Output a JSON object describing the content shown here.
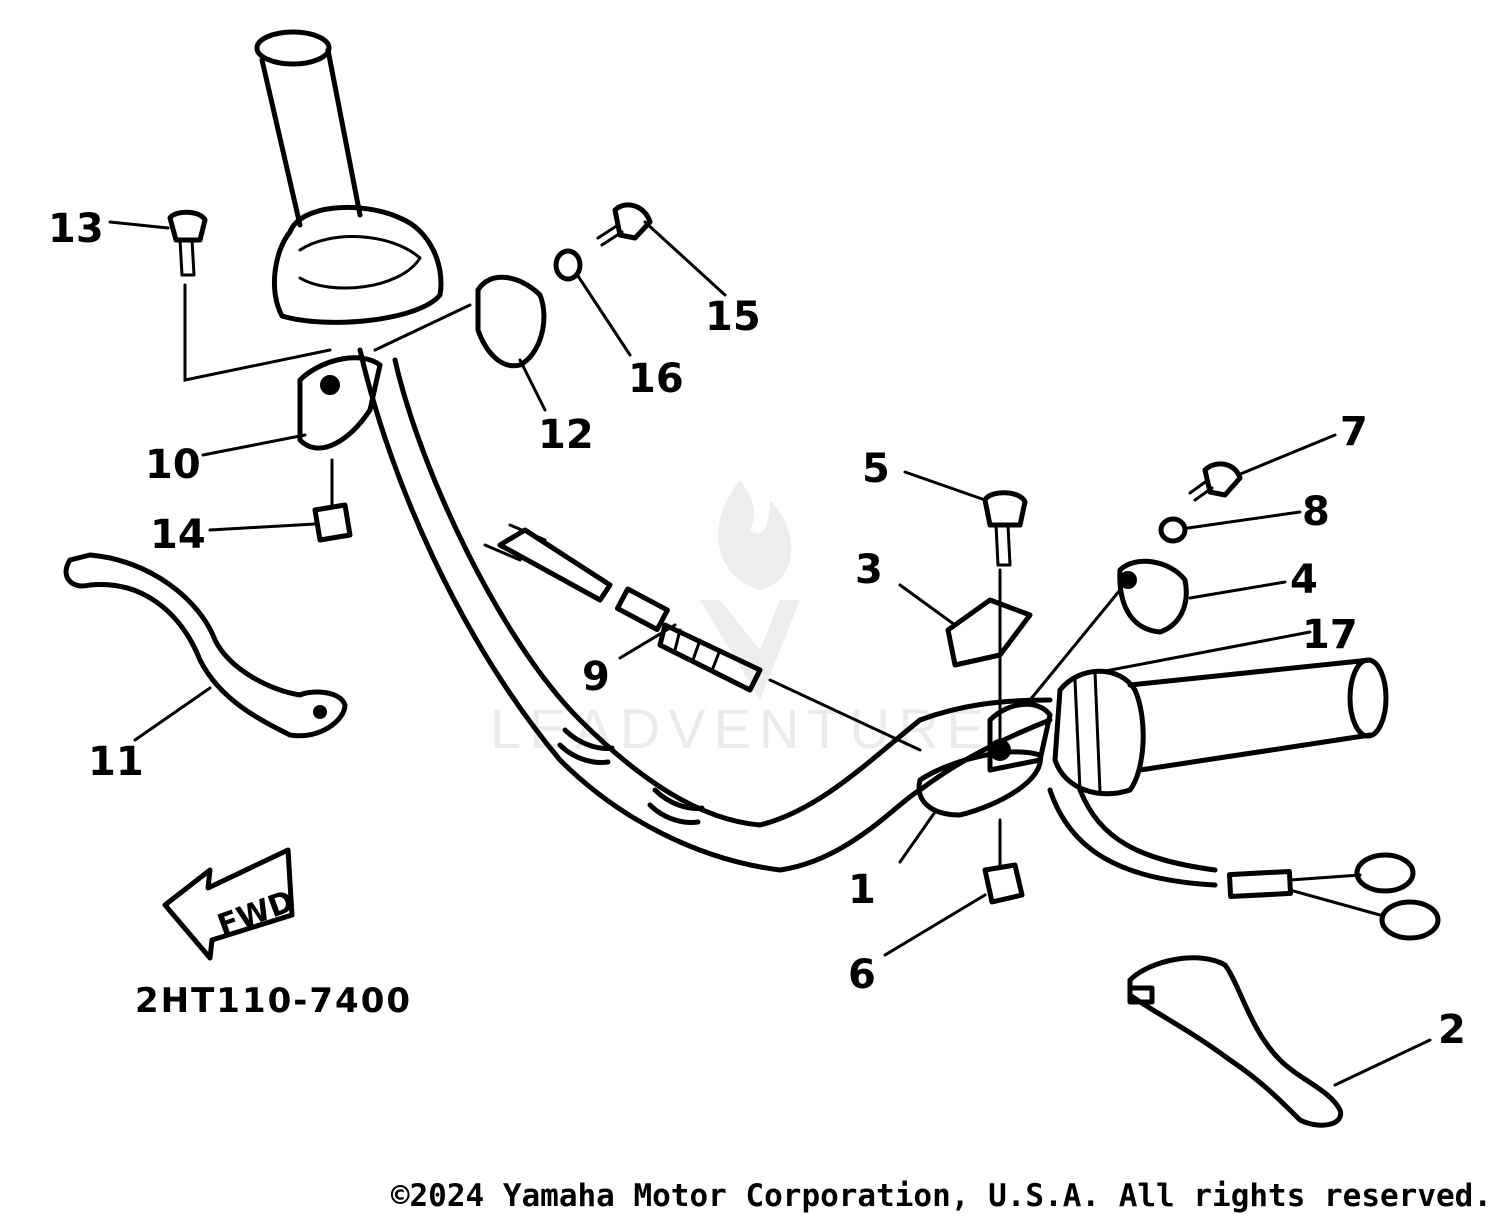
{
  "diagram": {
    "drawing_code": "2HT110-7400",
    "direction_label": "FWD",
    "watermark": "LEADVENTURE",
    "copyright": "©2024 Yamaha Motor Corporation, U.S.A. All rights reserved.",
    "callouts": [
      {
        "id": "1",
        "label": "1"
      },
      {
        "id": "2",
        "label": "2"
      },
      {
        "id": "3",
        "label": "3"
      },
      {
        "id": "4",
        "label": "4"
      },
      {
        "id": "5",
        "label": "5"
      },
      {
        "id": "6",
        "label": "6"
      },
      {
        "id": "7",
        "label": "7"
      },
      {
        "id": "8",
        "label": "8"
      },
      {
        "id": "9",
        "label": "9"
      },
      {
        "id": "10",
        "label": "10"
      },
      {
        "id": "11",
        "label": "11"
      },
      {
        "id": "12",
        "label": "12"
      },
      {
        "id": "13",
        "label": "13"
      },
      {
        "id": "14",
        "label": "14"
      },
      {
        "id": "15",
        "label": "15"
      },
      {
        "id": "16",
        "label": "16"
      },
      {
        "id": "17",
        "label": "17"
      }
    ]
  }
}
